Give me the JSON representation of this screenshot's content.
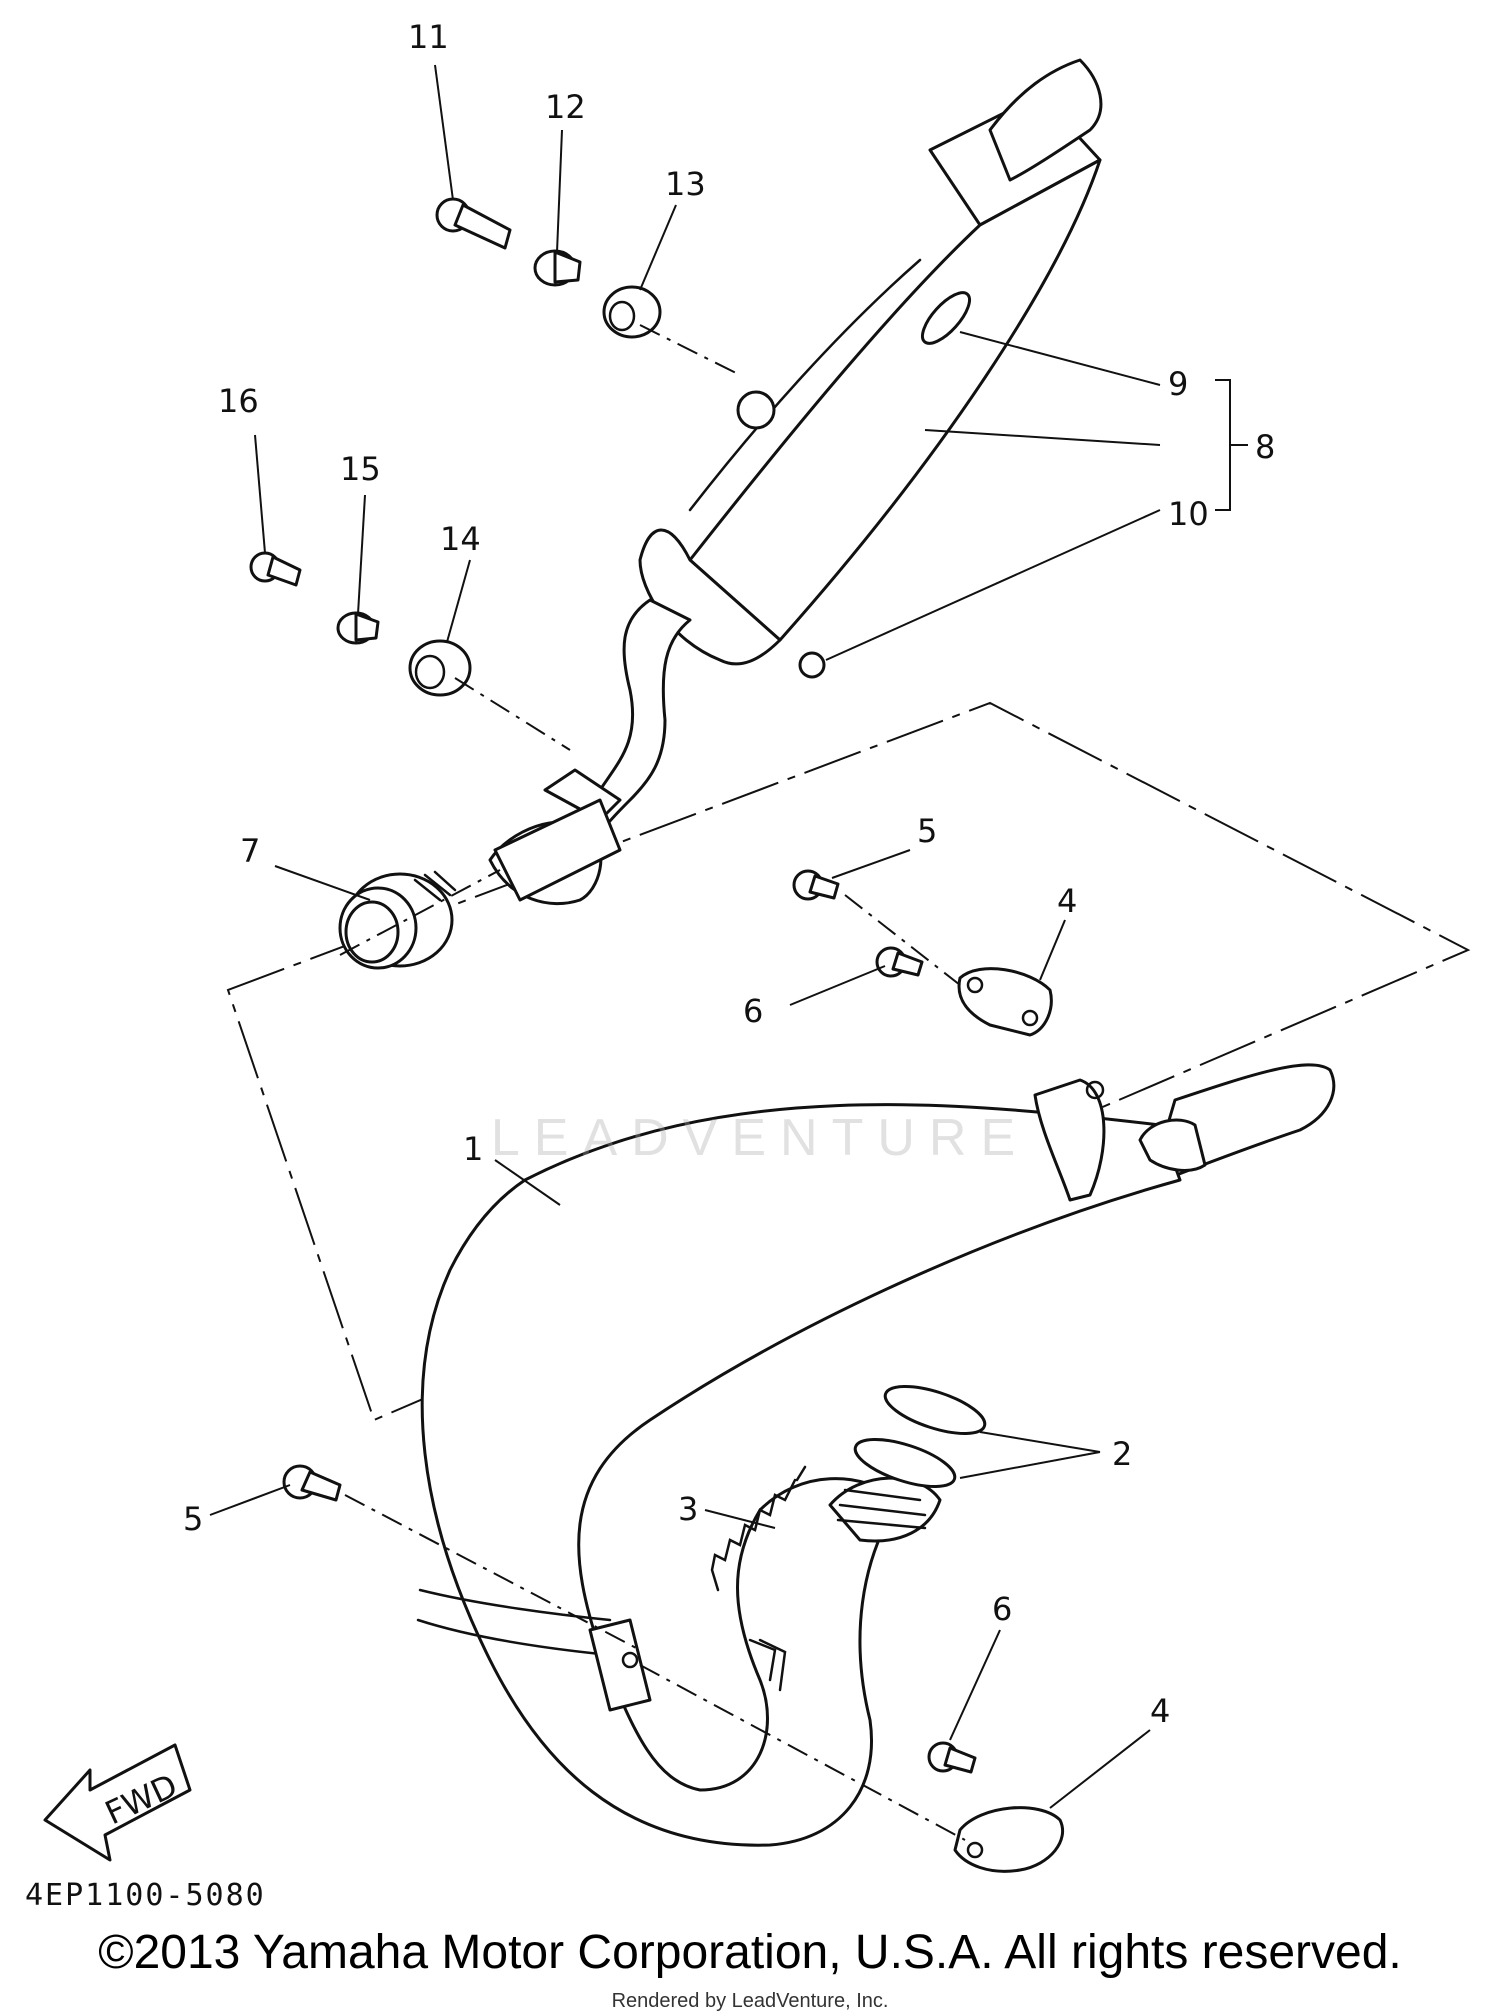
{
  "diagram": {
    "callouts": {
      "c1": "1",
      "c2": "2",
      "c3": "3",
      "c4a": "4",
      "c4b": "4",
      "c5a": "5",
      "c5b": "5",
      "c6a": "6",
      "c6b": "6",
      "c7": "7",
      "c8": "8",
      "c9": "9",
      "c10": "10",
      "c11": "11",
      "c12": "12",
      "c13": "13",
      "c14": "14",
      "c15": "15",
      "c16": "16"
    },
    "part_code": "4EP1100-5080",
    "fwd_label": "FWD"
  },
  "footer": {
    "copyright": "©2013 Yamaha Motor Corporation, U.S.A. All rights reserved.",
    "rendered_by": "Rendered by LeadVenture, Inc."
  },
  "watermark": "LEADVENTURE"
}
